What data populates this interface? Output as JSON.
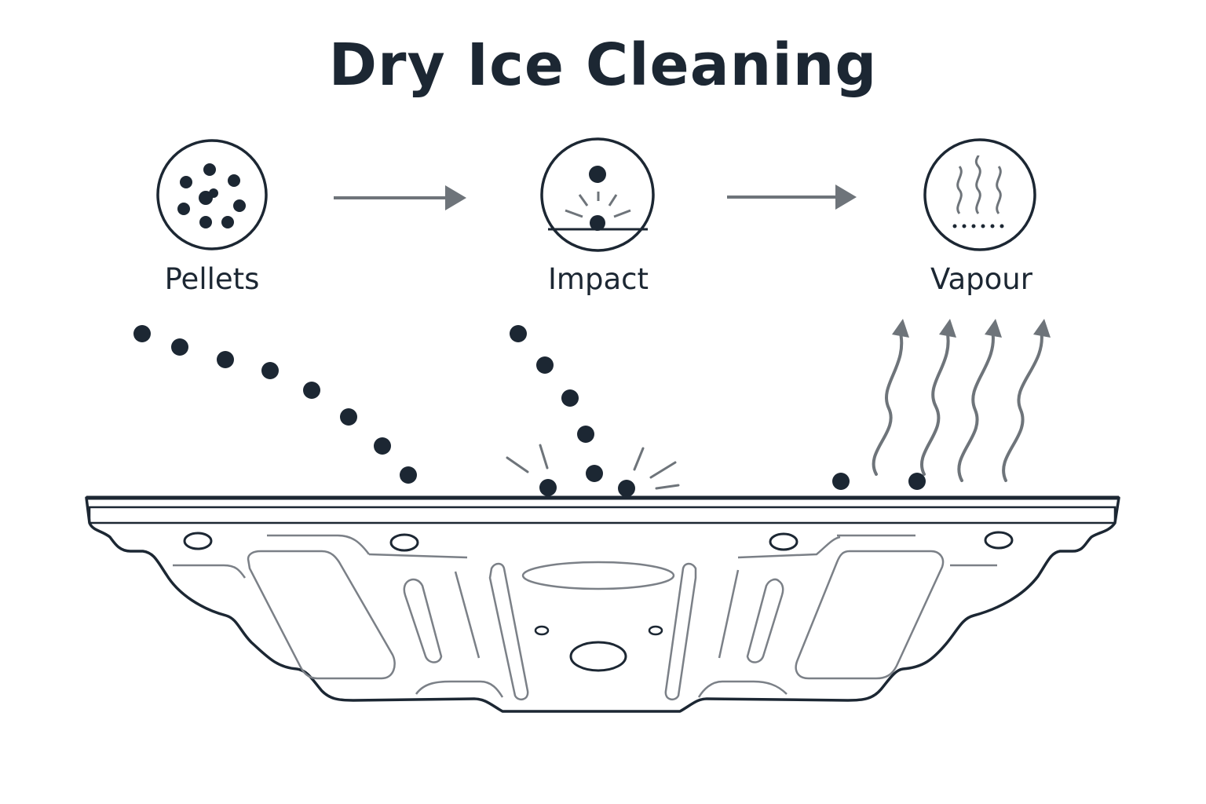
{
  "title": "Dry Ice Cleaning",
  "steps": [
    {
      "label": "Pellets",
      "icon": "pellets-icon"
    },
    {
      "label": "Impact",
      "icon": "impact-icon"
    },
    {
      "label": "Vapour",
      "icon": "vapour-icon"
    }
  ],
  "colors": {
    "ink": "#1c2733",
    "gray": "#6e747a",
    "line": "#7b8087",
    "background": "#ffffff"
  }
}
